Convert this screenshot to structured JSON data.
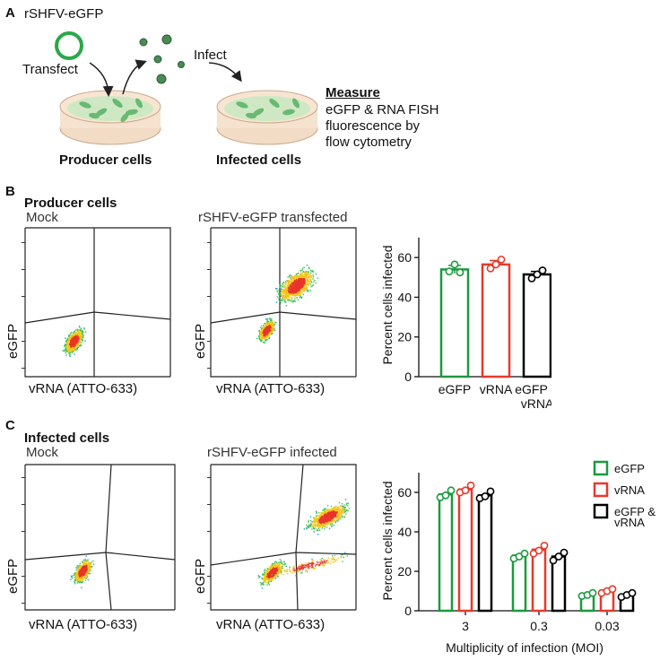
{
  "panels": {
    "a": "A",
    "b": "B",
    "c": "C"
  },
  "schematic": {
    "plasmid_label": "rSHFV-eGFP",
    "transfect_label": "Transfect",
    "infect_label": "Infect",
    "producer_label": "Producer cells",
    "infected_label": "Infected cells",
    "measure_title": "Measure",
    "measure_lines": [
      "eGFP & RNA FISH",
      "fluorescence by",
      "flow cytometry"
    ]
  },
  "panel_b": {
    "heading": "Producer cells",
    "mock_label": "Mock",
    "treated_label": "rSHFV-eGFP transfected",
    "flow_y_label": "eGFP",
    "flow_x_label": "vRNA (ATTO-633)"
  },
  "panel_c": {
    "heading": "Infected cells",
    "mock_label": "Mock",
    "treated_label": "rSHFV-eGFP infected",
    "flow_y_label": "eGFP",
    "flow_x_label": "vRNA (ATTO-633)"
  },
  "colors": {
    "egfp": "#1a9a3e",
    "vrna": "#e8392a",
    "both": "#000000"
  },
  "chart_data": [
    {
      "type": "bar",
      "ylabel": "Percent cells infected",
      "ylim": [
        0,
        70
      ],
      "yticks": [
        "0",
        "20",
        "40",
        "60"
      ],
      "categories": [
        "eGFP",
        "vRNA",
        "eGFP & vRNA"
      ],
      "category_lines": [
        [
          "eGFP"
        ],
        [
          "vRNA"
        ],
        [
          "eGFP &",
          "vRNA"
        ]
      ],
      "values": [
        54,
        56.5,
        51.5
      ],
      "points": [
        [
          53,
          56.5,
          52.5
        ],
        [
          54.5,
          56.5,
          59
        ],
        [
          49.5,
          51.5,
          53.5
        ]
      ],
      "errors": [
        2,
        2,
        1.5
      ]
    },
    {
      "type": "bar",
      "ylabel": "Percent cells infected",
      "xlabel": "Multiplicity of infection (MOI)",
      "ylim": [
        0,
        70
      ],
      "yticks": [
        "0",
        "20",
        "40",
        "60"
      ],
      "categories": [
        "3",
        "0.3",
        "0.03"
      ],
      "series": [
        {
          "name": "eGFP",
          "values": [
            59,
            28,
            8
          ],
          "points": [
            [
              57.5,
              58.5,
              61
            ],
            [
              26.5,
              27.5,
              29
            ],
            [
              7.5,
              8,
              9
            ]
          ]
        },
        {
          "name": "vRNA",
          "values": [
            61.5,
            31,
            10
          ],
          "points": [
            [
              60,
              61,
              63.5
            ],
            [
              29,
              30.5,
              33
            ],
            [
              9,
              10,
              11
            ]
          ]
        },
        {
          "name": "eGFP & vRNA",
          "values": [
            58.5,
            27.5,
            8
          ],
          "points": [
            [
              57,
              58,
              60.5
            ],
            [
              25.5,
              27.5,
              29.5
            ],
            [
              7,
              8,
              9
            ]
          ]
        }
      ],
      "legend_lines": [
        [
          "eGFP"
        ],
        [
          "vRNA"
        ],
        [
          "eGFP &",
          "vRNA"
        ]
      ],
      "legend": "top-right"
    }
  ]
}
